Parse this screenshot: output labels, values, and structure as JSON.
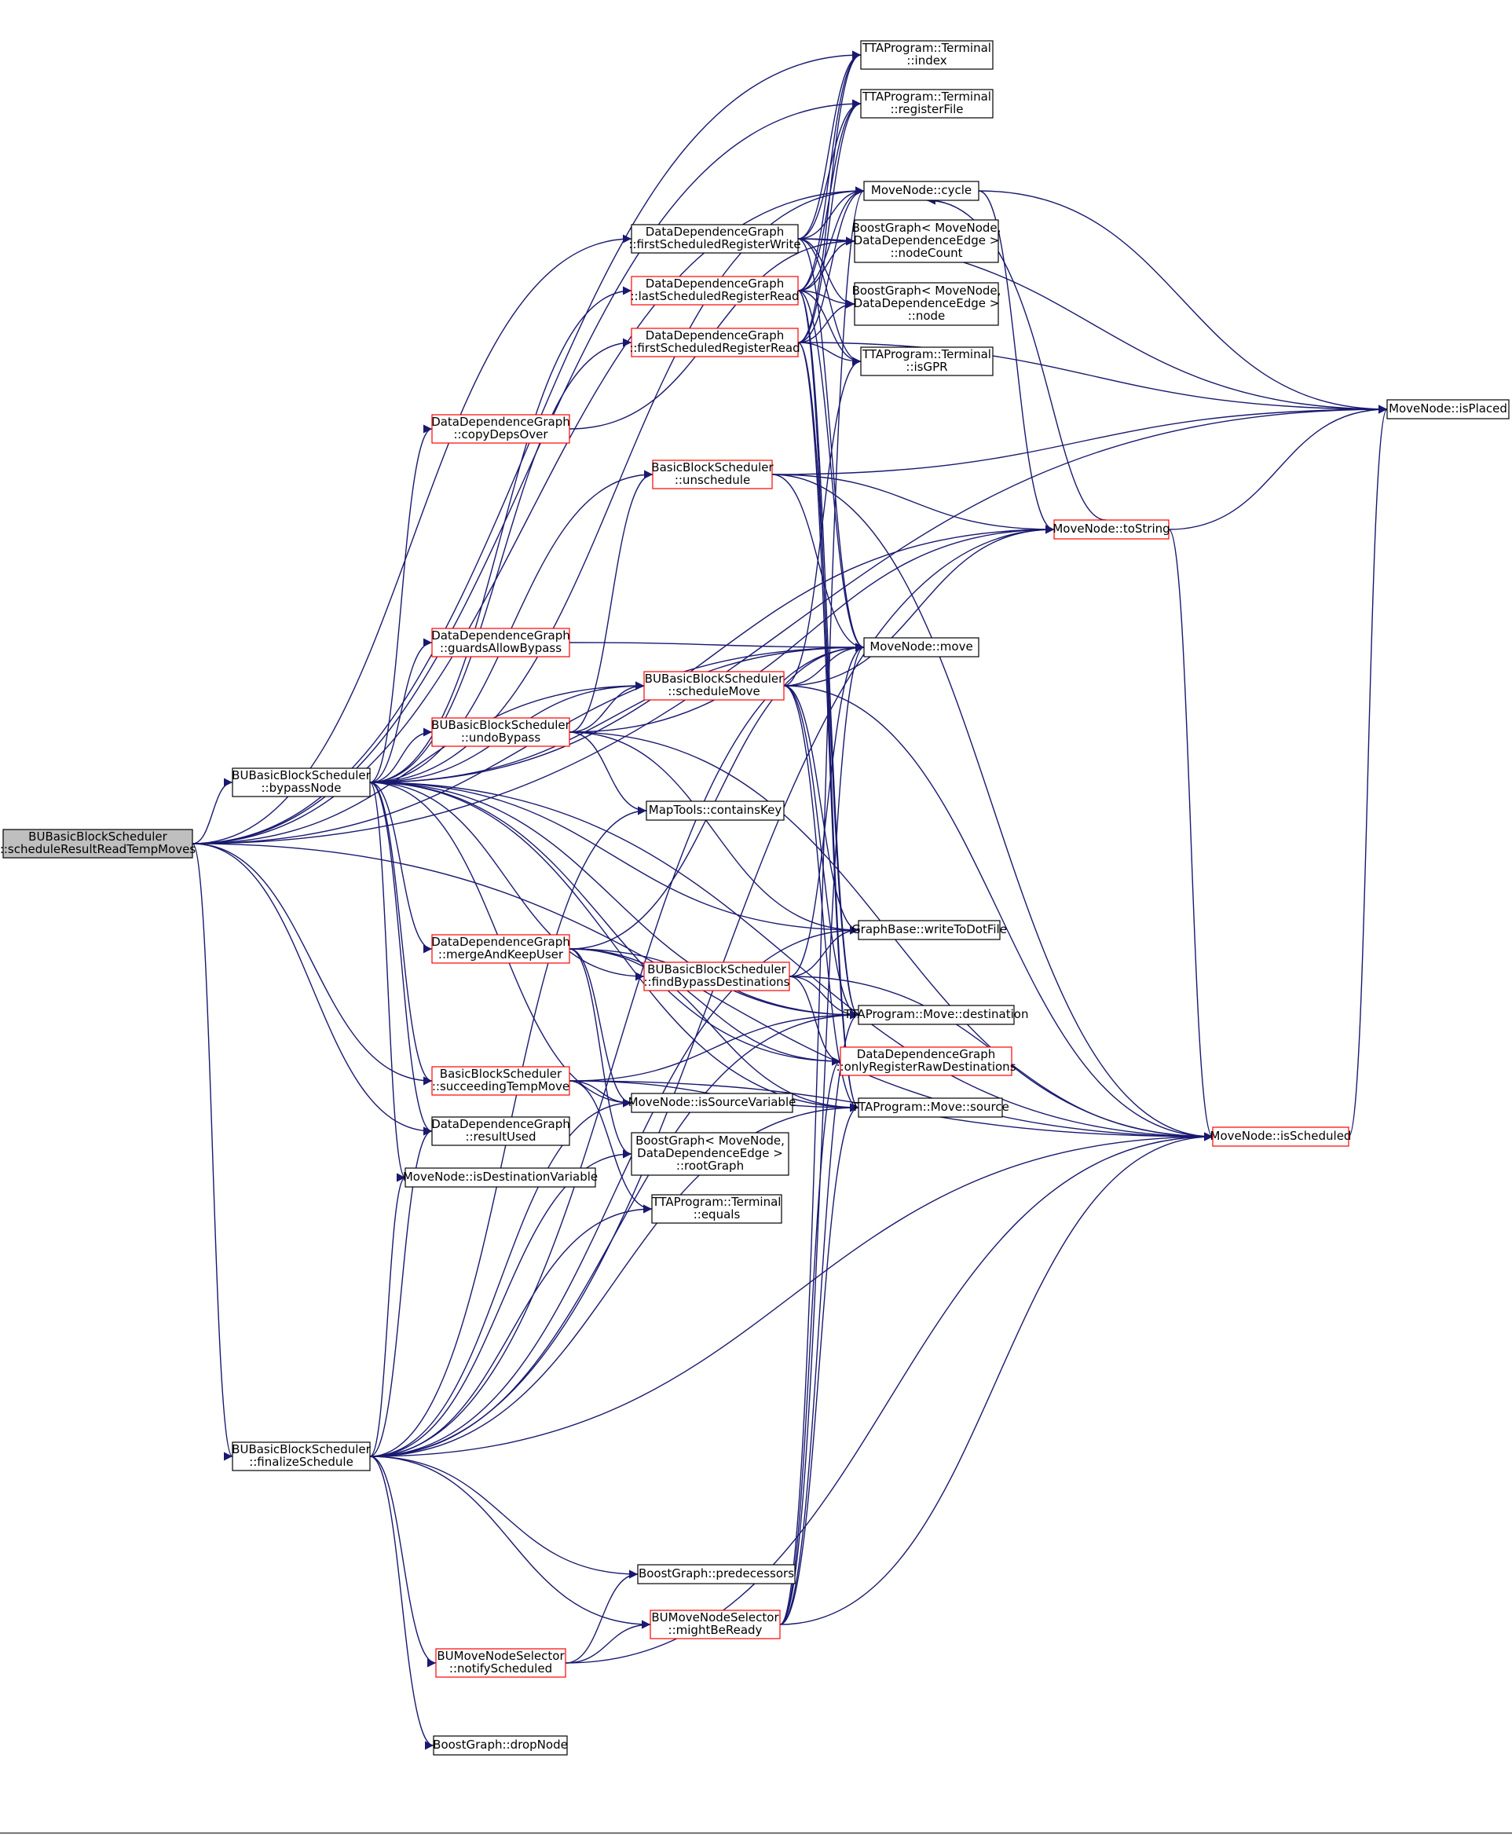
{
  "colors": {
    "edge": "#191970",
    "root_fill": "#bfbfbf",
    "node_fill": "#ffffff",
    "border_normal": "#000000",
    "border_incomplete": "#ff0000"
  },
  "nodes": [
    {
      "id": "root",
      "lines": [
        "BUBasicBlockScheduler",
        "::scheduleResultReadTempMoves"
      ],
      "style": "root"
    },
    {
      "id": "bypassNode",
      "lines": [
        "BUBasicBlockScheduler",
        "::bypassNode"
      ],
      "style": "normal"
    },
    {
      "id": "finalizeSchedule",
      "lines": [
        "BUBasicBlockScheduler",
        "::finalizeSchedule"
      ],
      "style": "normal"
    },
    {
      "id": "firstSchedRegWrite",
      "lines": [
        "DataDependenceGraph",
        "::firstScheduledRegisterWrite"
      ],
      "style": "normal"
    },
    {
      "id": "lastSchedRegRead",
      "lines": [
        "DataDependenceGraph",
        "::lastScheduledRegisterRead"
      ],
      "style": "red"
    },
    {
      "id": "firstSchedRegRead",
      "lines": [
        "DataDependenceGraph",
        "::firstScheduledRegisterRead"
      ],
      "style": "red"
    },
    {
      "id": "copyDepsOver",
      "lines": [
        "DataDependenceGraph",
        "::copyDepsOver"
      ],
      "style": "red"
    },
    {
      "id": "unschedule",
      "lines": [
        "BasicBlockScheduler",
        "::unschedule"
      ],
      "style": "red"
    },
    {
      "id": "guardsAllowBypass",
      "lines": [
        "DataDependenceGraph",
        "::guardsAllowBypass"
      ],
      "style": "red"
    },
    {
      "id": "scheduleMove",
      "lines": [
        "BUBasicBlockScheduler",
        "::scheduleMove"
      ],
      "style": "red"
    },
    {
      "id": "undoBypass",
      "lines": [
        "BUBasicBlockScheduler",
        "::undoBypass"
      ],
      "style": "red"
    },
    {
      "id": "containsKey",
      "lines": [
        "MapTools::containsKey"
      ],
      "style": "normal"
    },
    {
      "id": "mergeAndKeepUser",
      "lines": [
        "DataDependenceGraph",
        "::mergeAndKeepUser"
      ],
      "style": "red"
    },
    {
      "id": "findBypassDest",
      "lines": [
        "BUBasicBlockScheduler",
        "::findBypassDestinations"
      ],
      "style": "red"
    },
    {
      "id": "succeedingTempMove",
      "lines": [
        "BasicBlockScheduler",
        "::succeedingTempMove"
      ],
      "style": "red"
    },
    {
      "id": "resultUsed",
      "lines": [
        "DataDependenceGraph",
        "::resultUsed"
      ],
      "style": "normal"
    },
    {
      "id": "isDestVariable",
      "lines": [
        "MoveNode::isDestinationVariable"
      ],
      "style": "normal"
    },
    {
      "id": "isSourceVariable",
      "lines": [
        "MoveNode::isSourceVariable"
      ],
      "style": "normal"
    },
    {
      "id": "rootGraph",
      "lines": [
        "BoostGraph< MoveNode,",
        "DataDependenceEdge >",
        "::rootGraph"
      ],
      "style": "normal"
    },
    {
      "id": "termEquals",
      "lines": [
        "TTAProgram::Terminal",
        "::equals"
      ],
      "style": "normal"
    },
    {
      "id": "predecessors",
      "lines": [
        "BoostGraph::predecessors"
      ],
      "style": "normal"
    },
    {
      "id": "mightBeReady",
      "lines": [
        "BUMoveNodeSelector",
        "::mightBeReady"
      ],
      "style": "red"
    },
    {
      "id": "notifyScheduled",
      "lines": [
        "BUMoveNodeSelector",
        "::notifyScheduled"
      ],
      "style": "red"
    },
    {
      "id": "dropNode",
      "lines": [
        "BoostGraph::dropNode"
      ],
      "style": "normal"
    },
    {
      "id": "termIndex",
      "lines": [
        "TTAProgram::Terminal",
        "::index"
      ],
      "style": "normal"
    },
    {
      "id": "termRegisterFile",
      "lines": [
        "TTAProgram::Terminal",
        "::registerFile"
      ],
      "style": "normal"
    },
    {
      "id": "cycle",
      "lines": [
        "MoveNode::cycle"
      ],
      "style": "normal"
    },
    {
      "id": "nodeCount",
      "lines": [
        "BoostGraph< MoveNode,",
        "DataDependenceEdge >",
        "::nodeCount"
      ],
      "style": "normal"
    },
    {
      "id": "bgNode",
      "lines": [
        "BoostGraph< MoveNode,",
        "DataDependenceEdge >",
        "::node"
      ],
      "style": "normal"
    },
    {
      "id": "isGPR",
      "lines": [
        "TTAProgram::Terminal",
        "::isGPR"
      ],
      "style": "normal"
    },
    {
      "id": "toString",
      "lines": [
        "MoveNode::toString"
      ],
      "style": "red"
    },
    {
      "id": "move",
      "lines": [
        "MoveNode::move"
      ],
      "style": "normal"
    },
    {
      "id": "writeToDotFile",
      "lines": [
        "GraphBase::writeToDotFile"
      ],
      "style": "normal"
    },
    {
      "id": "moveDestination",
      "lines": [
        "TTAProgram::Move::destination"
      ],
      "style": "normal"
    },
    {
      "id": "onlyRegRawDest",
      "lines": [
        "DataDependenceGraph",
        "::onlyRegisterRawDestinations"
      ],
      "style": "red"
    },
    {
      "id": "moveSource",
      "lines": [
        "TTAProgram::Move::source"
      ],
      "style": "normal"
    },
    {
      "id": "isPlaced",
      "lines": [
        "MoveNode::isPlaced"
      ],
      "style": "normal"
    },
    {
      "id": "isScheduled",
      "lines": [
        "MoveNode::isScheduled"
      ],
      "style": "red"
    }
  ],
  "edges": [
    [
      "root",
      "bypassNode"
    ],
    [
      "root",
      "finalizeSchedule"
    ],
    [
      "root",
      "termIndex"
    ],
    [
      "root",
      "termRegisterFile"
    ],
    [
      "root",
      "cycle"
    ],
    [
      "root",
      "firstSchedRegWrite"
    ],
    [
      "root",
      "move"
    ],
    [
      "root",
      "scheduleMove"
    ],
    [
      "root",
      "succeedingTempMove"
    ],
    [
      "root",
      "resultUsed"
    ],
    [
      "root",
      "isScheduled"
    ],
    [
      "root",
      "isPlaced"
    ],
    [
      "bypassNode",
      "copyDepsOver"
    ],
    [
      "bypassNode",
      "lastSchedRegRead"
    ],
    [
      "bypassNode",
      "firstSchedRegRead"
    ],
    [
      "bypassNode",
      "cycle"
    ],
    [
      "bypassNode",
      "unschedule"
    ],
    [
      "bypassNode",
      "toString"
    ],
    [
      "bypassNode",
      "guardsAllowBypass"
    ],
    [
      "bypassNode",
      "move"
    ],
    [
      "bypassNode",
      "scheduleMove"
    ],
    [
      "bypassNode",
      "undoBypass"
    ],
    [
      "bypassNode",
      "mergeAndKeepUser"
    ],
    [
      "bypassNode",
      "findBypassDest"
    ],
    [
      "bypassNode",
      "succeedingTempMove"
    ],
    [
      "bypassNode",
      "resultUsed"
    ],
    [
      "bypassNode",
      "isDestVariable"
    ],
    [
      "bypassNode",
      "isSourceVariable"
    ],
    [
      "bypassNode",
      "writeToDotFile"
    ],
    [
      "bypassNode",
      "moveDestination"
    ],
    [
      "bypassNode",
      "onlyRegRawDest"
    ],
    [
      "bypassNode",
      "moveSource"
    ],
    [
      "bypassNode",
      "isScheduled"
    ],
    [
      "finalizeSchedule",
      "resultUsed"
    ],
    [
      "finalizeSchedule",
      "isDestVariable"
    ],
    [
      "finalizeSchedule",
      "isSourceVariable"
    ],
    [
      "finalizeSchedule",
      "rootGraph"
    ],
    [
      "finalizeSchedule",
      "termEquals"
    ],
    [
      "finalizeSchedule",
      "predecessors"
    ],
    [
      "finalizeSchedule",
      "mightBeReady"
    ],
    [
      "finalizeSchedule",
      "notifyScheduled"
    ],
    [
      "finalizeSchedule",
      "dropNode"
    ],
    [
      "finalizeSchedule",
      "containsKey"
    ],
    [
      "finalizeSchedule",
      "move"
    ],
    [
      "finalizeSchedule",
      "moveDestination"
    ],
    [
      "finalizeSchedule",
      "moveSource"
    ],
    [
      "finalizeSchedule",
      "toString"
    ],
    [
      "finalizeSchedule",
      "isScheduled"
    ],
    [
      "finalizeSchedule",
      "writeToDotFile"
    ],
    [
      "firstSchedRegWrite",
      "termIndex"
    ],
    [
      "firstSchedRegWrite",
      "termRegisterFile"
    ],
    [
      "firstSchedRegWrite",
      "cycle"
    ],
    [
      "firstSchedRegWrite",
      "nodeCount"
    ],
    [
      "firstSchedRegWrite",
      "bgNode"
    ],
    [
      "firstSchedRegWrite",
      "isGPR"
    ],
    [
      "firstSchedRegWrite",
      "move"
    ],
    [
      "firstSchedRegWrite",
      "isPlaced"
    ],
    [
      "lastSchedRegRead",
      "termIndex"
    ],
    [
      "lastSchedRegRead",
      "termRegisterFile"
    ],
    [
      "lastSchedRegRead",
      "cycle"
    ],
    [
      "lastSchedRegRead",
      "nodeCount"
    ],
    [
      "lastSchedRegRead",
      "bgNode"
    ],
    [
      "lastSchedRegRead",
      "isGPR"
    ],
    [
      "lastSchedRegRead",
      "move"
    ],
    [
      "lastSchedRegRead",
      "moveDestination"
    ],
    [
      "lastSchedRegRead",
      "moveSource"
    ],
    [
      "firstSchedRegRead",
      "termIndex"
    ],
    [
      "firstSchedRegRead",
      "termRegisterFile"
    ],
    [
      "firstSchedRegRead",
      "cycle"
    ],
    [
      "firstSchedRegRead",
      "bgNode"
    ],
    [
      "firstSchedRegRead",
      "isGPR"
    ],
    [
      "firstSchedRegRead",
      "isPlaced"
    ],
    [
      "firstSchedRegRead",
      "moveSource"
    ],
    [
      "firstSchedRegRead",
      "moveDestination"
    ],
    [
      "copyDepsOver",
      "nodeCount"
    ],
    [
      "unschedule",
      "isPlaced"
    ],
    [
      "unschedule",
      "toString"
    ],
    [
      "unschedule",
      "move"
    ],
    [
      "unschedule",
      "isScheduled"
    ],
    [
      "guardsAllowBypass",
      "move"
    ],
    [
      "scheduleMove",
      "move"
    ],
    [
      "scheduleMove",
      "toString"
    ],
    [
      "scheduleMove",
      "isScheduled"
    ],
    [
      "scheduleMove",
      "isGPR"
    ],
    [
      "scheduleMove",
      "moveDestination"
    ],
    [
      "scheduleMove",
      "moveSource"
    ],
    [
      "scheduleMove",
      "writeToDotFile"
    ],
    [
      "undoBypass",
      "scheduleMove"
    ],
    [
      "undoBypass",
      "unschedule"
    ],
    [
      "undoBypass",
      "toString"
    ],
    [
      "undoBypass",
      "containsKey"
    ],
    [
      "undoBypass",
      "writeToDotFile"
    ],
    [
      "undoBypass",
      "isScheduled"
    ],
    [
      "mergeAndKeepUser",
      "move"
    ],
    [
      "mergeAndKeepUser",
      "isSourceVariable"
    ],
    [
      "mergeAndKeepUser",
      "rootGraph"
    ],
    [
      "mergeAndKeepUser",
      "moveSource"
    ],
    [
      "mergeAndKeepUser",
      "moveDestination"
    ],
    [
      "mergeAndKeepUser",
      "onlyRegRawDest"
    ],
    [
      "findBypassDest",
      "writeToDotFile"
    ],
    [
      "findBypassDest",
      "onlyRegRawDest"
    ],
    [
      "findBypassDest",
      "isScheduled"
    ],
    [
      "findBypassDest",
      "moveDestination"
    ],
    [
      "findBypassDest",
      "move"
    ],
    [
      "succeedingTempMove",
      "isSourceVariable"
    ],
    [
      "succeedingTempMove",
      "moveSource"
    ],
    [
      "succeedingTempMove",
      "moveDestination"
    ],
    [
      "succeedingTempMove",
      "isScheduled"
    ],
    [
      "succeedingTempMove",
      "termEquals"
    ],
    [
      "notifyScheduled",
      "mightBeReady"
    ],
    [
      "notifyScheduled",
      "predecessors"
    ],
    [
      "notifyScheduled",
      "isScheduled"
    ],
    [
      "mightBeReady",
      "cycle"
    ],
    [
      "mightBeReady",
      "move"
    ],
    [
      "mightBeReady",
      "moveDestination"
    ],
    [
      "mightBeReady",
      "moveSource"
    ],
    [
      "mightBeReady",
      "isScheduled"
    ],
    [
      "mightBeReady",
      "onlyRegRawDest"
    ],
    [
      "cycle",
      "isPlaced"
    ],
    [
      "cycle",
      "toString"
    ],
    [
      "toString",
      "isPlaced"
    ],
    [
      "toString",
      "cycle"
    ],
    [
      "toString",
      "isScheduled"
    ],
    [
      "isScheduled",
      "isPlaced"
    ]
  ]
}
